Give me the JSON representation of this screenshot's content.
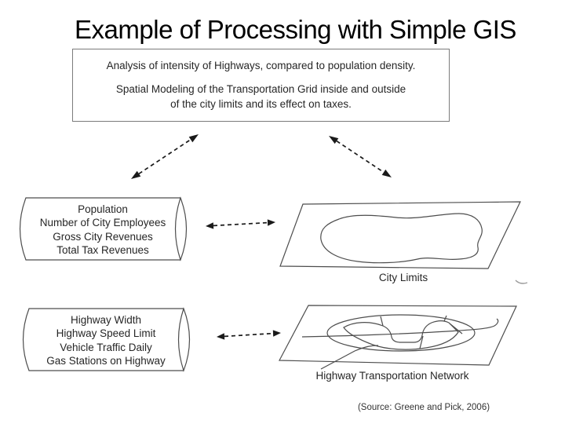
{
  "slide": {
    "title": "Example of Processing with Simple GIS",
    "source": "(Source: Greene and Pick, 2006)",
    "colors": {
      "background": "#ffffff",
      "shape_line": "#4d4d4d",
      "arrow": "#1a1a1a",
      "text": "#262626"
    }
  },
  "description_box": {
    "line1": "Analysis of intensity of Highways, compared to population density.",
    "line2": "Spatial Modeling of the Transportation Grid inside and outside",
    "line3": "of the city limits and its effect on taxes."
  },
  "population_db": {
    "lines": [
      "Population",
      "Number of City Employees",
      "Gross City Revenues",
      "Total Tax Revenues"
    ]
  },
  "highway_db": {
    "lines": [
      "Highway Width",
      "Highway Speed Limit",
      "Vehicle Traffic Daily",
      "Gas Stations on Highway"
    ]
  },
  "layers": {
    "city_limits_label": "City Limits",
    "highway_network_label": "Highway Transportation Network"
  }
}
